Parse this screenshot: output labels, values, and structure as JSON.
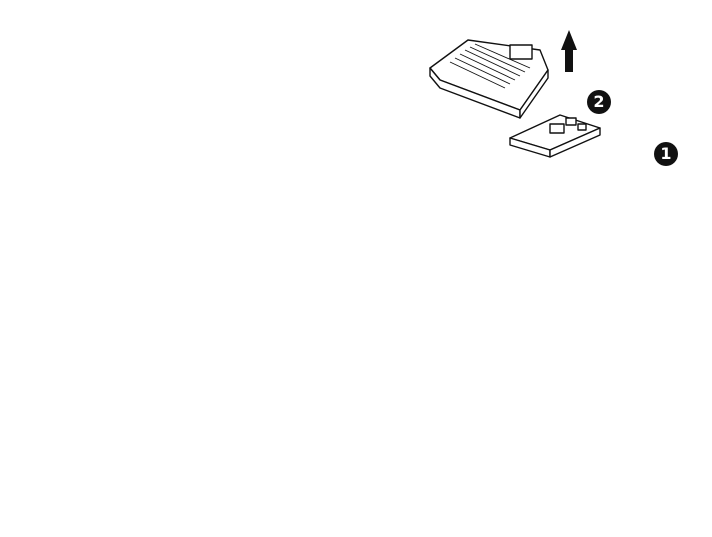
{
  "diagram": {
    "step_markers": [
      {
        "id": "1",
        "label": "❶"
      },
      {
        "id": "2",
        "label": "❷"
      }
    ],
    "colors": {
      "line": "#111111",
      "background": "#ffffff"
    },
    "icons": [
      "up-arrow-icon",
      "curved-dotted-arrow-icon",
      "dotted-down-arrow-icon"
    ]
  }
}
